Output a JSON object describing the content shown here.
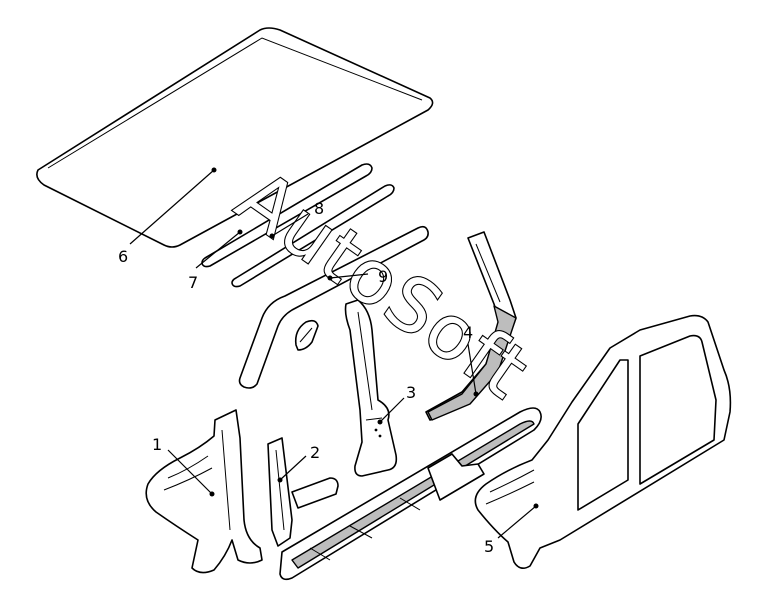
{
  "watermark": "AutoSoft",
  "callouts": {
    "c1": "1",
    "c2": "2",
    "c3": "3",
    "c4": "4",
    "c5": "5",
    "c6": "6",
    "c7": "7",
    "c8": "8",
    "c9": "9"
  },
  "colors": {
    "line": "#000000",
    "shade": "#bdbdbd",
    "background": "#ffffff"
  }
}
